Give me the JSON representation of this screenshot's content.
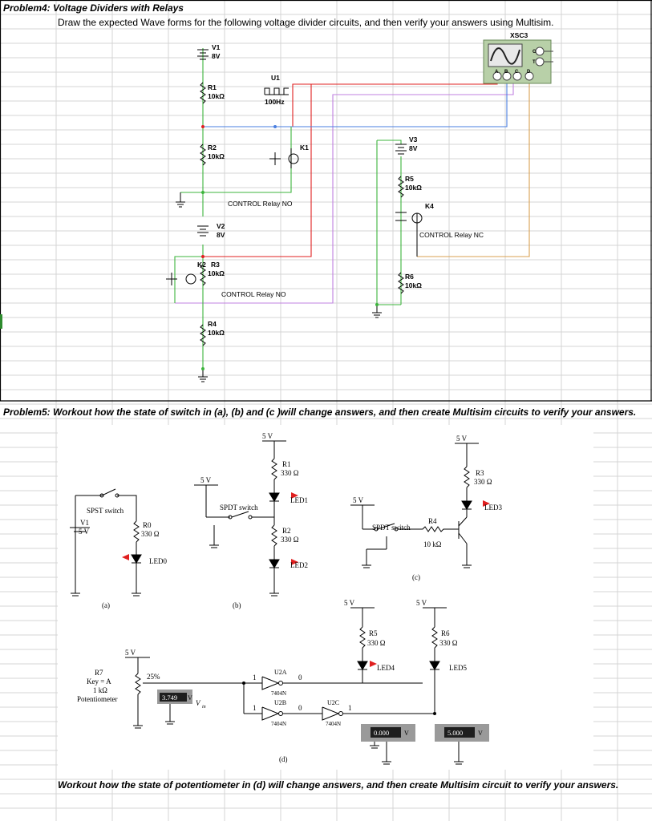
{
  "problem4": {
    "title": "Problem4: Voltage Dividers with Relays",
    "instruction": "Draw the expected Wave forms for the following voltage divider circuits, and then verify your answers using Multisim.",
    "scope_name": "XSC3",
    "scope_terminals": [
      "A",
      "B",
      "C",
      "D"
    ],
    "scope_side": [
      "G",
      "T"
    ],
    "v1": {
      "name": "V1",
      "value": "8V"
    },
    "v2": {
      "name": "V2",
      "value": "8V"
    },
    "v3": {
      "name": "V3",
      "value": "8V"
    },
    "r1": {
      "name": "R1",
      "value": "10kΩ"
    },
    "r2": {
      "name": "R2",
      "value": "10kΩ"
    },
    "r3": {
      "name": "R3",
      "value": "10kΩ"
    },
    "r4": {
      "name": "R4",
      "value": "10kΩ"
    },
    "r5": {
      "name": "R5",
      "value": "10kΩ"
    },
    "r6": {
      "name": "R6",
      "value": "10kΩ"
    },
    "u1": {
      "name": "U1",
      "value": "100Hz"
    },
    "k1": {
      "name": "K1",
      "label": "CONTROL Relay NO"
    },
    "k2": {
      "name": "K2",
      "label": "CONTROL Relay NO"
    },
    "k4": {
      "name": "K4",
      "label": "CONTROL Relay NC"
    }
  },
  "problem5": {
    "title": "Problem5: Workout how the state of switch in (a), (b) and (c )will change answers, and then create Multisim circuits to verify your answers.",
    "a": {
      "switch": "SPST switch",
      "v_name": "V1",
      "v_value": "5 V",
      "r_name": "R0",
      "r_value": "330 Ω",
      "led": "LED0",
      "caption": "(a)"
    },
    "b": {
      "supply1": "5 V",
      "supply2": "5 V",
      "switch": "SPDT switch",
      "r1_name": "R1",
      "r1_value": "330 Ω",
      "led1": "LED1",
      "r2_name": "R2",
      "r2_value": "330 Ω",
      "led2": "LED2",
      "caption": "(b)"
    },
    "c": {
      "supply1": "5 V",
      "supply2": "5 V",
      "switch": "SPDT switch",
      "r3_name": "R3",
      "r3_value": "330 Ω",
      "led3": "LED3",
      "r4_name": "R4",
      "r4_value": "10 kΩ",
      "caption": "(c)"
    },
    "d": {
      "supply1": "5 V",
      "supply2": "5 V",
      "supply3": "5 V",
      "r7_name": "R7",
      "r7_key": "Key = A",
      "r7_value": "1 kΩ",
      "r7_type": "Potentiometer",
      "percent": "25%",
      "meter_vin": "3.749",
      "unit_v": "V",
      "vin_label": "V",
      "vin_sub": "in",
      "u2a": "U2A",
      "u2b": "U2B",
      "u2c": "U2C",
      "gate": "7404N",
      "in1": "1",
      "out_a": "0",
      "in2": "1",
      "out_b": "0",
      "out_c": "1",
      "r5_name": "R5",
      "r5_value": "330 Ω",
      "led4": "LED4",
      "r6_name": "R6",
      "r6_value": "330 Ω",
      "led5": "LED5",
      "meter1": "0.000",
      "meter2": "5.000",
      "caption": "(d)"
    },
    "footer": "Workout how the state of  potentiometer in (d) will change answers, and then create Multisim circuit to verify your answers."
  }
}
